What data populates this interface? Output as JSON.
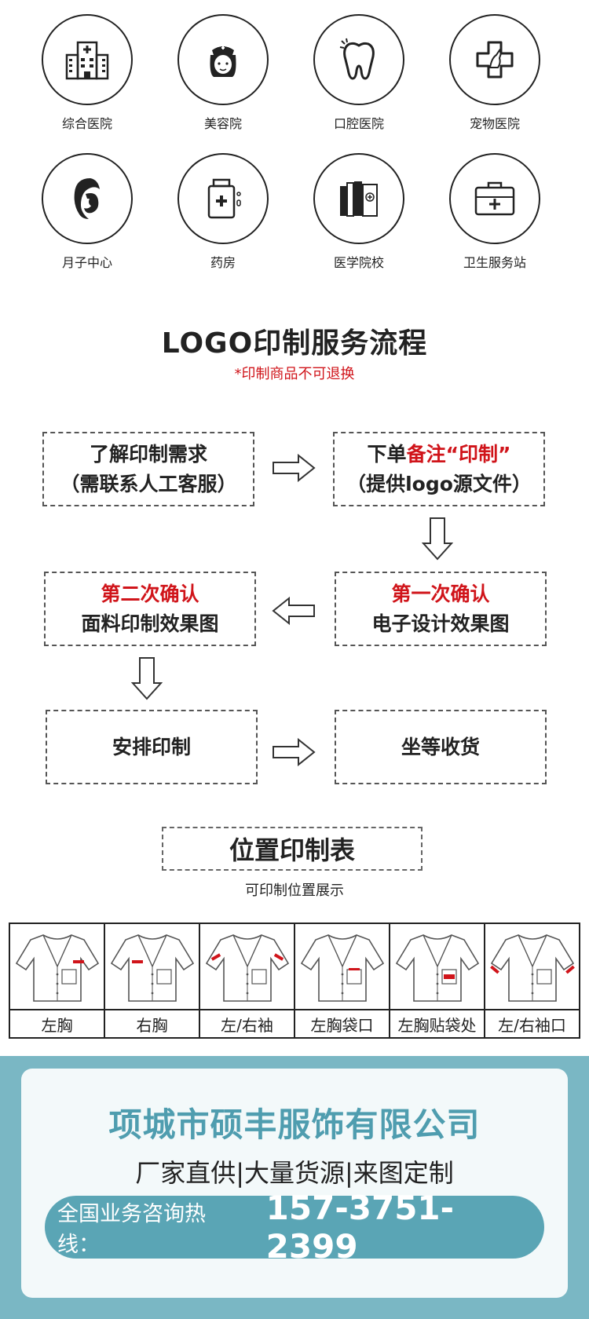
{
  "icons": [
    {
      "label": "综合医院",
      "icon": "hospital-building-icon"
    },
    {
      "label": "美容院",
      "icon": "nurse-icon"
    },
    {
      "label": "口腔医院",
      "icon": "tooth-icon"
    },
    {
      "label": "宠物医院",
      "icon": "pet-cross-icon"
    },
    {
      "label": "月子中心",
      "icon": "mother-baby-icon"
    },
    {
      "label": "药房",
      "icon": "medicine-bottle-icon"
    },
    {
      "label": "医学院校",
      "icon": "books-icon"
    },
    {
      "label": "卫生服务站",
      "icon": "first-aid-kit-icon"
    }
  ],
  "process": {
    "title": "LOGO印制服务流程",
    "note": "*印制商品不可退换",
    "steps": {
      "s1": {
        "line1": "了解印制需求",
        "line2": "（需联系人工客服）"
      },
      "s2": {
        "line1a": "下单",
        "line1b": "备注“印制”",
        "line2": "（提供logo源文件）"
      },
      "s3": {
        "line1": "第一次确认",
        "line2": "电子设计效果图"
      },
      "s4": {
        "line1": "第二次确认",
        "line2": "面料印制效果图"
      },
      "s5": {
        "line1": "安排印制"
      },
      "s6": {
        "line1": "坐等收货"
      }
    }
  },
  "positions": {
    "title": "位置印制表",
    "subtitle": "可印制位置展示",
    "columns": [
      {
        "label": "左胸"
      },
      {
        "label": "右胸"
      },
      {
        "label": "左/右袖"
      },
      {
        "label": "左胸袋口"
      },
      {
        "label": "左胸贴袋处"
      },
      {
        "label": "左/右袖口"
      }
    ]
  },
  "company": {
    "name": "项城市硕丰服饰有限公司",
    "slogan": "厂家直供|大量货源|来图定制",
    "hotline_label": "全国业务咨询热线：",
    "hotline_number": "157-3751-2399"
  },
  "colors": {
    "accent_red": "#d0141a",
    "banner_bg": "#7ab7c4",
    "company_text": "#4f9daf",
    "hotline_bg": "#5aa5b5"
  }
}
